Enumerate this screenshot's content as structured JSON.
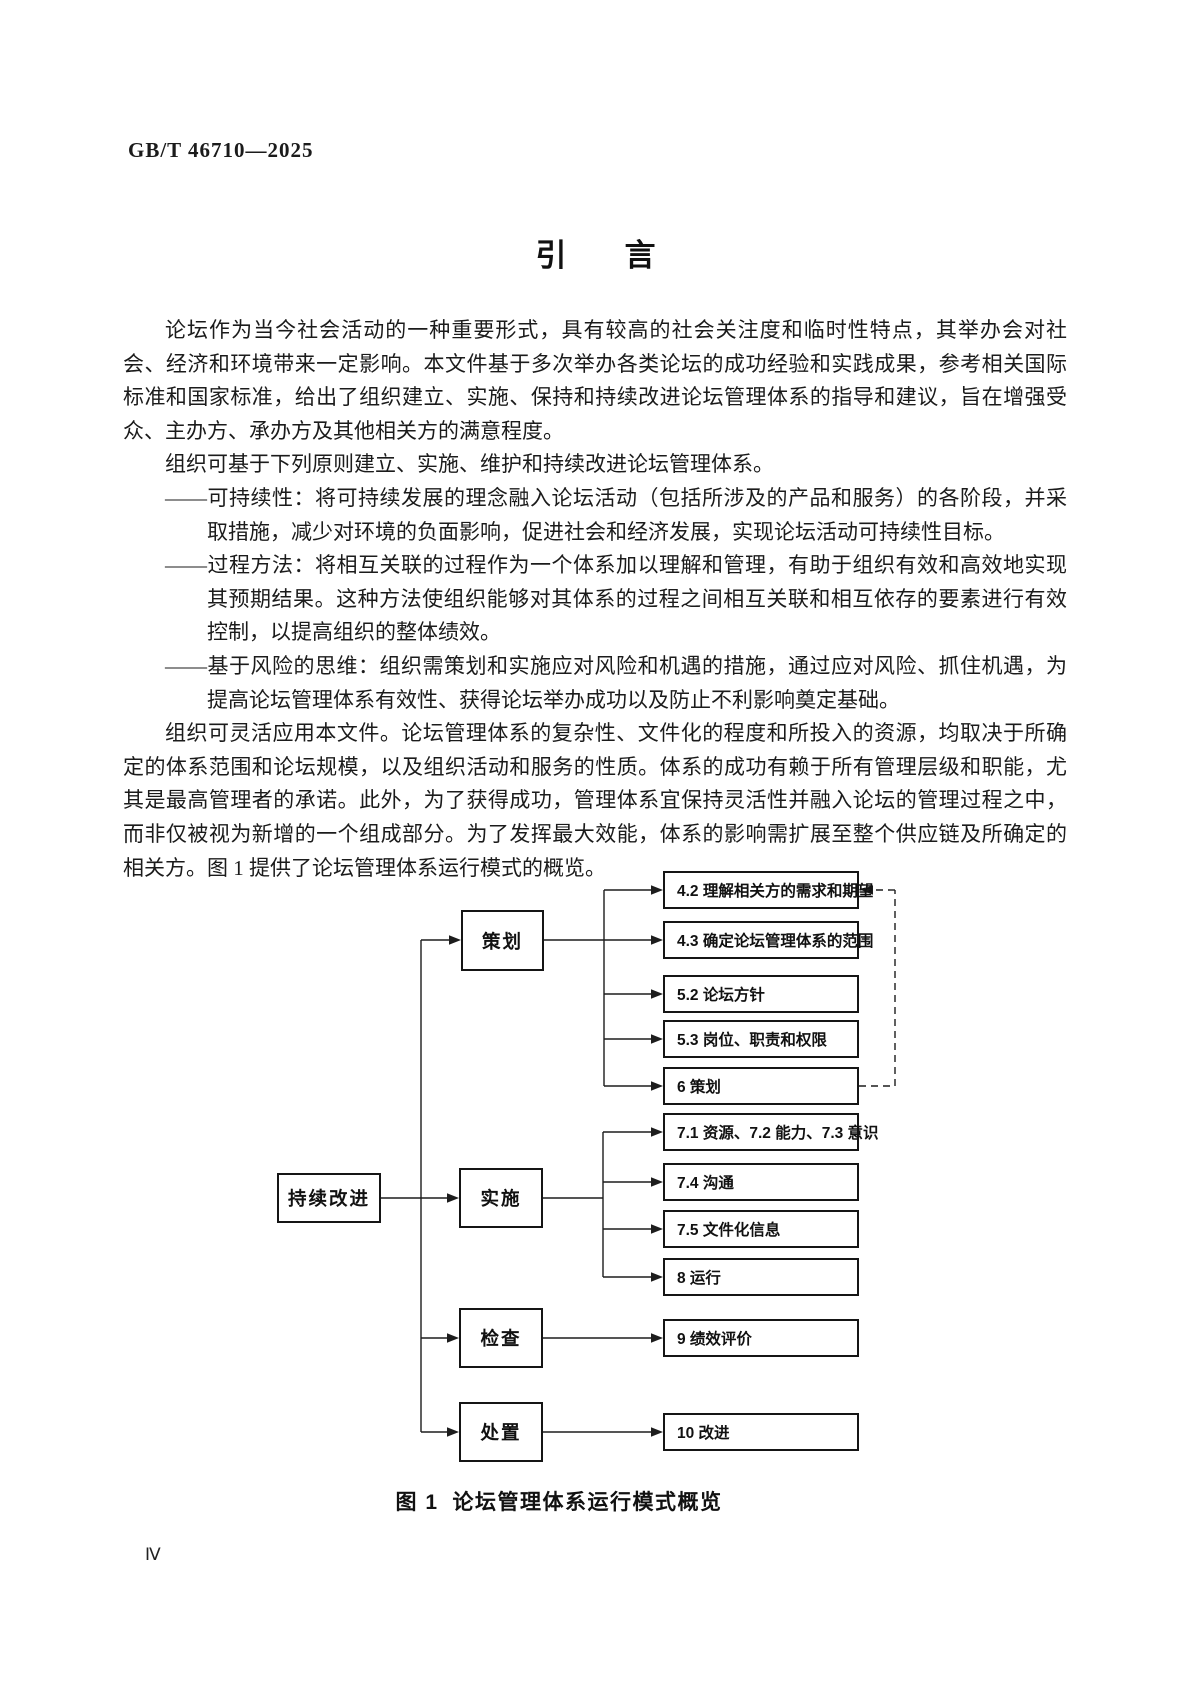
{
  "doc": {
    "standard_number": "GB/T 46710—2025",
    "title_char_1": "引",
    "title_char_2": "言",
    "page_number": "Ⅳ"
  },
  "body": {
    "para_1": "论坛作为当今社会活动的一种重要形式，具有较高的社会关注度和临时性特点，其举办会对社会、经济和环境带来一定影响。本文件基于多次举办各类论坛的成功经验和实践成果，参考相关国际标准和国家标准，给出了组织建立、实施、保持和持续改进论坛管理体系的指导和建议，旨在增强受众、主办方、承办方及其他相关方的满意程度。",
    "para_2": "组织可基于下列原则建立、实施、维护和持续改进论坛管理体系。",
    "bullet_1": "——可持续性：将可持续发展的理念融入论坛活动（包括所涉及的产品和服务）的各阶段，并采取措施，减少对环境的负面影响，促进社会和经济发展，实现论坛活动可持续性目标。",
    "bullet_2": "——过程方法：将相互关联的过程作为一个体系加以理解和管理，有助于组织有效和高效地实现其预期结果。这种方法使组织能够对其体系的过程之间相互关联和相互依存的要素进行有效控制，以提高组织的整体绩效。",
    "bullet_3": "——基于风险的思维：组织需策划和实施应对风险和机遇的措施，通过应对风险、抓住机遇，为提高论坛管理体系有效性、获得论坛举办成功以及防止不利影响奠定基础。",
    "para_3": "组织可灵活应用本文件。论坛管理体系的复杂性、文件化的程度和所投入的资源，均取决于所确定的体系范围和论坛规模，以及组织活动和服务的性质。体系的成功有赖于所有管理层级和职能，尤其是最高管理者的承诺。此外，为了获得成功，管理体系宜保持灵活性并融入论坛的管理过程之中，而非仅被视为新增的一个组成部分。为了发挥最大效能，体系的影响需扩展至整个供应链及所确定的相关方。图 1 提供了论坛管理体系运行模式的概览。"
  },
  "figure": {
    "caption_prefix": "图 1",
    "caption_text": "论坛管理体系运行模式概览",
    "stages": {
      "continual": "持续改进",
      "plan": "策划",
      "do": "实施",
      "check": "检查",
      "act": "处置"
    },
    "clauses": [
      {
        "label": "4.2 理解相关方的需求和期望"
      },
      {
        "label": "4.3 确定论坛管理体系的范围"
      },
      {
        "label": "5.2 论坛方针"
      },
      {
        "label": "5.3 岗位、职责和权限"
      },
      {
        "label": "6 策划"
      },
      {
        "label": "7.1 资源、7.2 能力、7.3 意识"
      },
      {
        "label": "7.4 沟通"
      },
      {
        "label": "7.5 文件化信息"
      },
      {
        "label": "8 运行"
      },
      {
        "label": "9 绩效评价"
      },
      {
        "label": "10 改进"
      }
    ]
  }
}
